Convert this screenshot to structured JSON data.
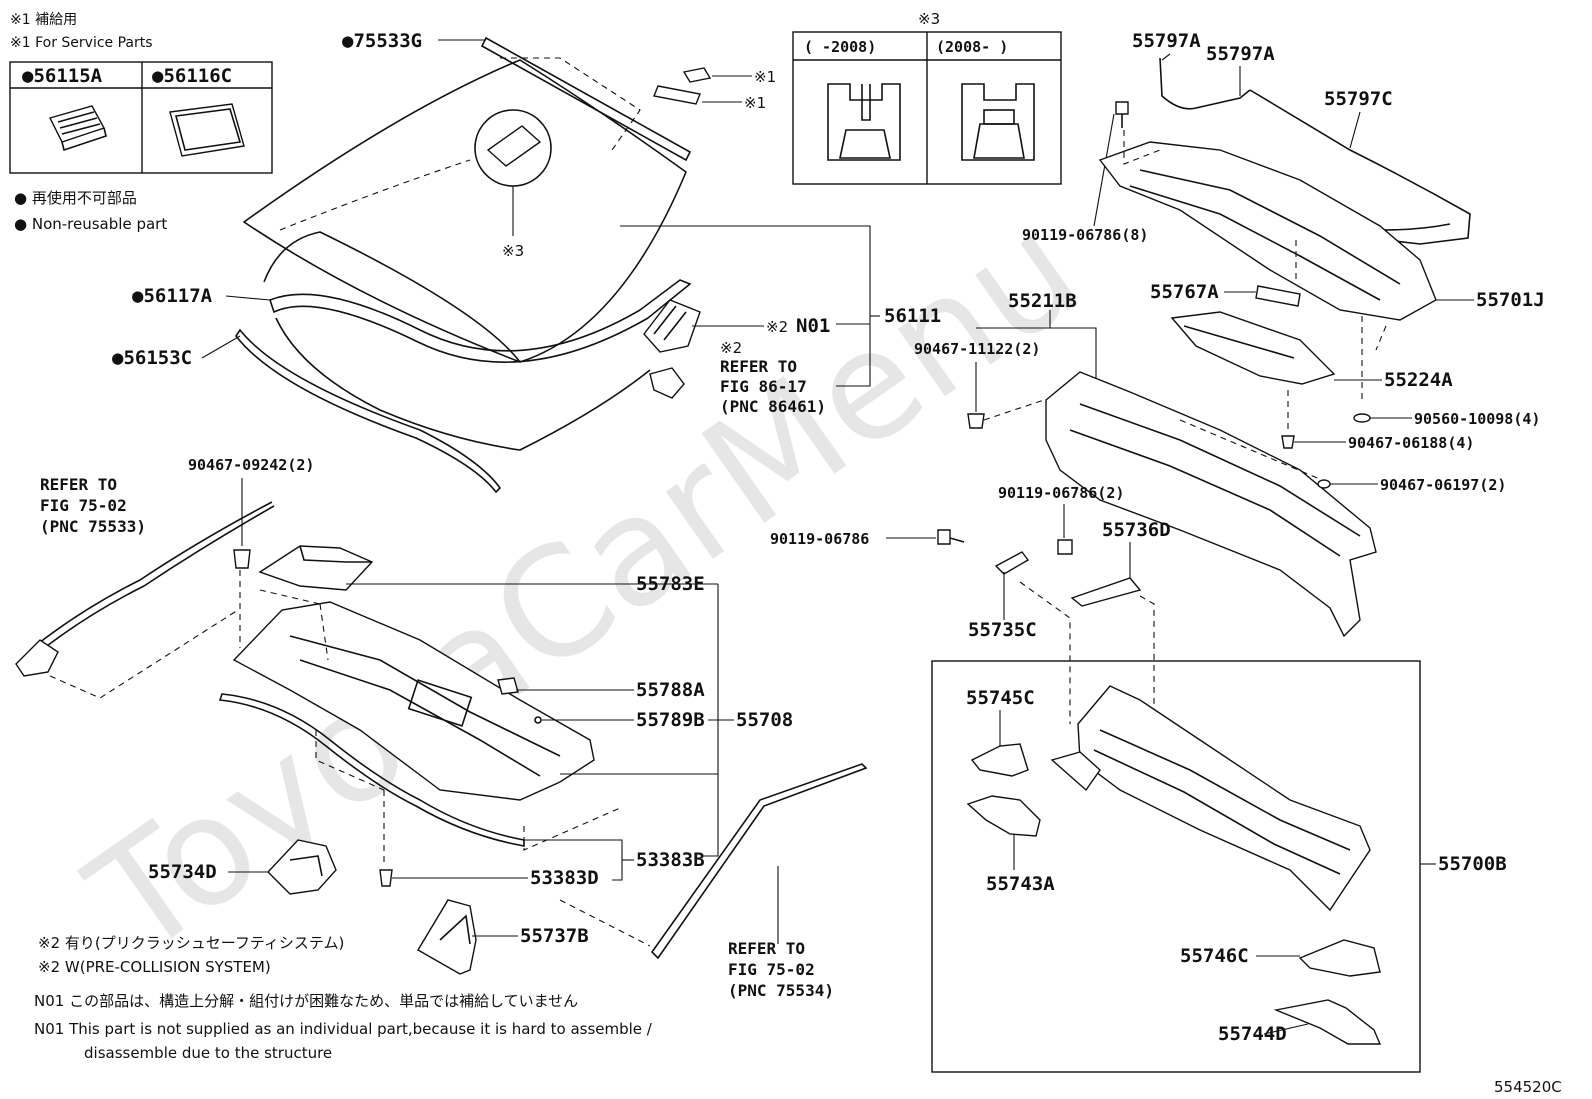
{
  "watermark": "ToyotaCarMenu",
  "figure_code": "554520C",
  "legend": {
    "service_jp": "※1 補給用",
    "service_en": "※1 For Service Parts",
    "box_left": "●56115A",
    "box_right": "●56116C",
    "nonreuse_jp": "● 再使用不可部品",
    "nonreuse_en": "● Non-reusable part"
  },
  "inset3": {
    "title": "※3",
    "col_left": "(   -2008)",
    "col_right": "(2008-   )"
  },
  "notes": {
    "pcs_jp": "※2 有り(プリクラッシュセーフティシステム)",
    "pcs_en": "※2 W(PRE-COLLISION SYSTEM)",
    "n01_jp": "N01  この部品は、構造上分解・組付けが困難なため、単品では補給していません",
    "n01_en": "N01  This part is not supplied as an individual part,because it is hard to assemble /",
    "n01_en2": "disassemble due to the structure"
  },
  "labels": {
    "p75533G": "●75533G",
    "p56117A": "●56117A",
    "p56153C": "●56153C",
    "p56111": "56111",
    "n01": "N01",
    "x1a": "※1",
    "x1b": "※1",
    "x2": "※2",
    "x3": "※3",
    "ref86_1": "※2",
    "ref86_2": "REFER TO",
    "ref86_3": "FIG 86-17",
    "ref86_4": "(PNC 86461)",
    "ref75a_1": "REFER TO",
    "ref75a_2": "FIG 75-02",
    "ref75a_3": "(PNC 75533)",
    "ref75b_1": "REFER TO",
    "ref75b_2": "FIG 75-02",
    "ref75b_3": "(PNC 75534)",
    "p90467_09242": "90467-09242(2)",
    "p55783E": "55783E",
    "p55788A": "55788A",
    "p55789B": "55789B",
    "p55708": "55708",
    "p53383B": "53383B",
    "p53383D": "53383D",
    "p55734D": "55734D",
    "p55737B": "55737B",
    "p55797A_1": "55797A",
    "p55797A_2": "55797A",
    "p55797C": "55797C",
    "p90119_06786_8": "90119-06786(8)",
    "p55767A": "55767A",
    "p55701J": "55701J",
    "p55211B": "55211B",
    "p90467_11122": "90467-11122(2)",
    "p55224A": "55224A",
    "p90560_10098": "90560-10098(4)",
    "p90467_06188": "90467-06188(4)",
    "p90467_06197": "90467-06197(2)",
    "p90119_06786_2": "90119-06786(2)",
    "p90119_06786": "90119-06786",
    "p55736D": "55736D",
    "p55735C": "55735C",
    "p55745C": "55745C",
    "p55743A": "55743A",
    "p55700B": "55700B",
    "p55746C": "55746C",
    "p55744D": "55744D"
  }
}
